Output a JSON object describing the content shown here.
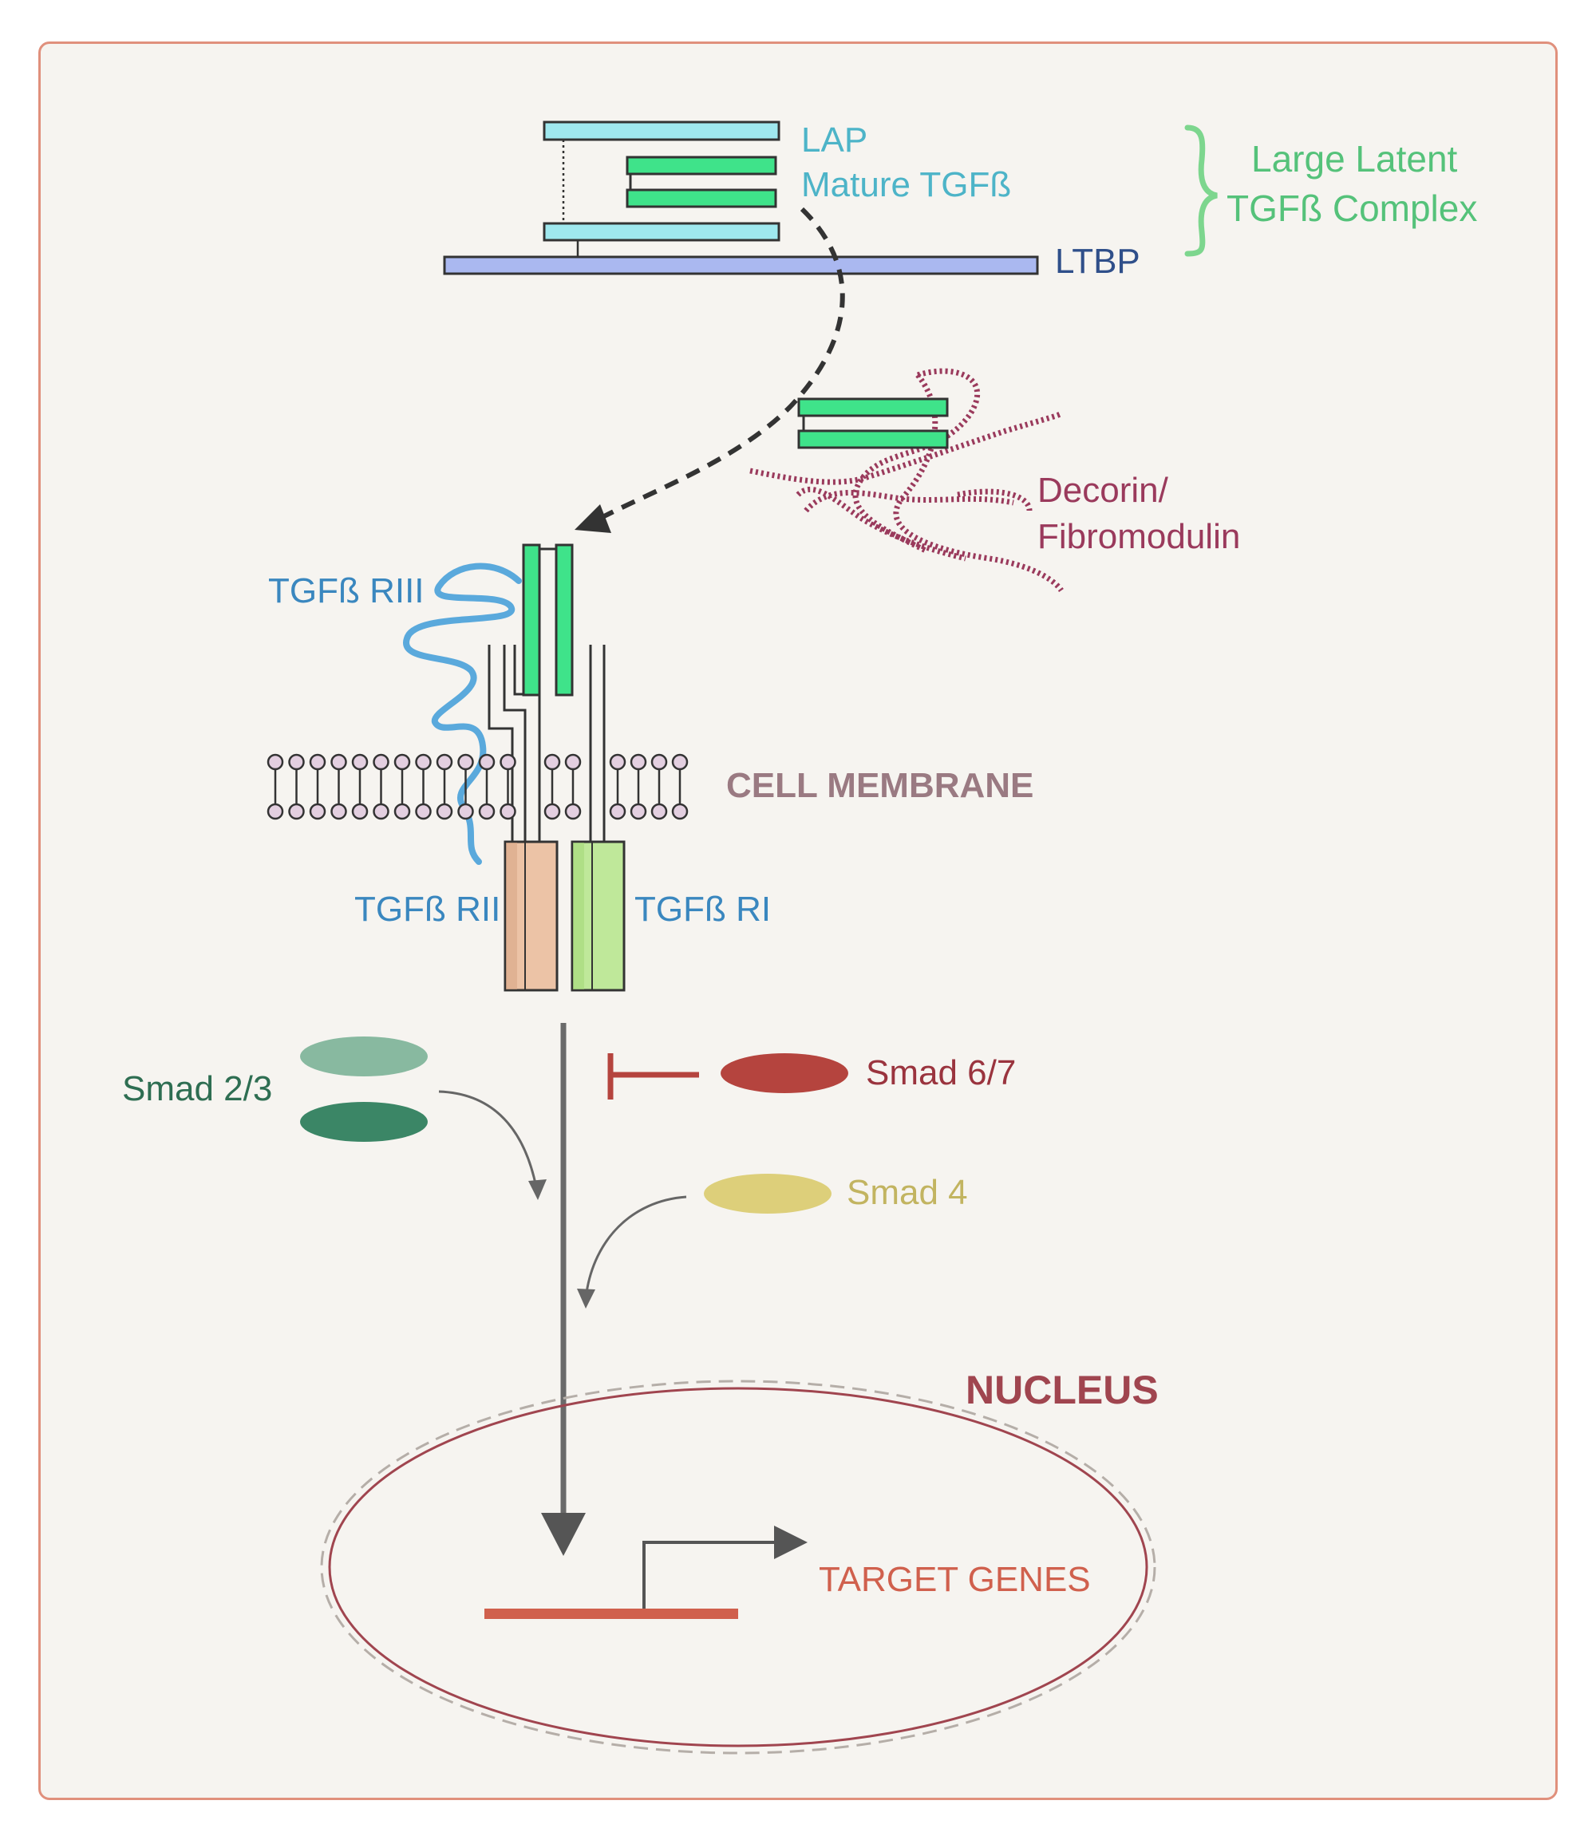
{
  "labels": {
    "lap": "LAP",
    "mature_tgfb": "Mature TGFß",
    "ltbp": "LTBP",
    "large_latent_complex_line1": "Large Latent",
    "large_latent_complex_line2": "TGFß Complex",
    "decorin_line1": "Decorin/",
    "decorin_line2": "Fibromodulin",
    "tgfb_riii": "TGFß RIII",
    "cell_membrane": "CELL MEMBRANE",
    "tgfb_rii": "TGFß RII",
    "tgfb_ri": "TGFß RI",
    "smad23": "Smad 2/3",
    "smad67": "Smad 6/7",
    "smad4": "Smad 4",
    "nucleus": "NUCLEUS",
    "target_genes": "TARGET GENES"
  },
  "colors": {
    "frame_border": "#e0907c",
    "background": "#f6f4f0",
    "lap": "#9fe8ee",
    "mature_tgfb": "#3fe38a",
    "ltbp": "#aab8f0",
    "large_latent_text": "#55c27a",
    "lap_text": "#4db4c8",
    "ltbp_text": "#2f4f8a",
    "decorin": "#9a3a5c",
    "riii_text": "#3a87bf",
    "riii_chain": "#5aa9dc",
    "membrane_text": "#9a7a82",
    "membrane_head": "#e3cfe0",
    "rii_body": "#ecc3a6",
    "ri_body": "#bfe89a",
    "smad23_light": "#88b9a0",
    "smad23_dark": "#3b8666",
    "smad23_text": "#2e6e52",
    "smad67": "#b5443e",
    "smad67_text": "#9a343e",
    "smad4": "#ddcf7a",
    "smad4_text": "#c2b460",
    "nucleus": "#a0454f",
    "target_genes": "#d0604d",
    "pathway_arrow": "#6a6a6a"
  }
}
